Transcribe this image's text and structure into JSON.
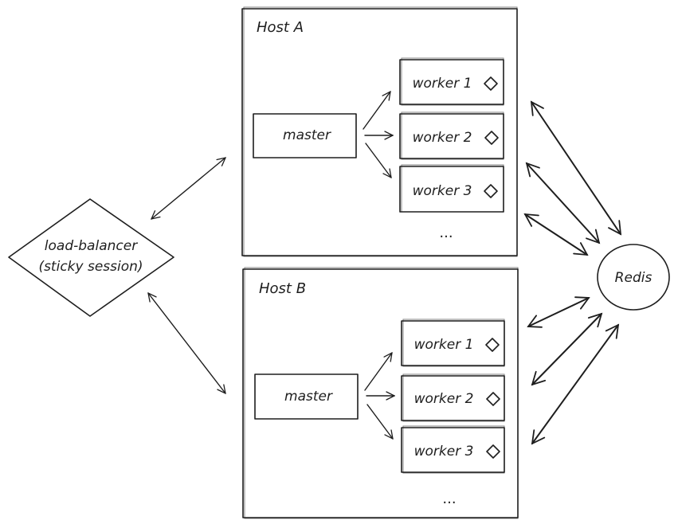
{
  "load_balancer": {
    "line1": "load-balancer",
    "line2": "(sticky session)"
  },
  "redis": {
    "label": "Redis"
  },
  "hosts": [
    {
      "title": "Host A",
      "master_label": "master",
      "workers": [
        "worker 1",
        "worker 2",
        "worker 3"
      ],
      "more": "..."
    },
    {
      "title": "Host B",
      "master_label": "master",
      "workers": [
        "worker 1",
        "worker 2",
        "worker 3"
      ],
      "more": "..."
    }
  ],
  "worker_icon": "diamond-icon",
  "colors": {
    "stroke": "#1e1e1e",
    "background": "#ffffff"
  }
}
